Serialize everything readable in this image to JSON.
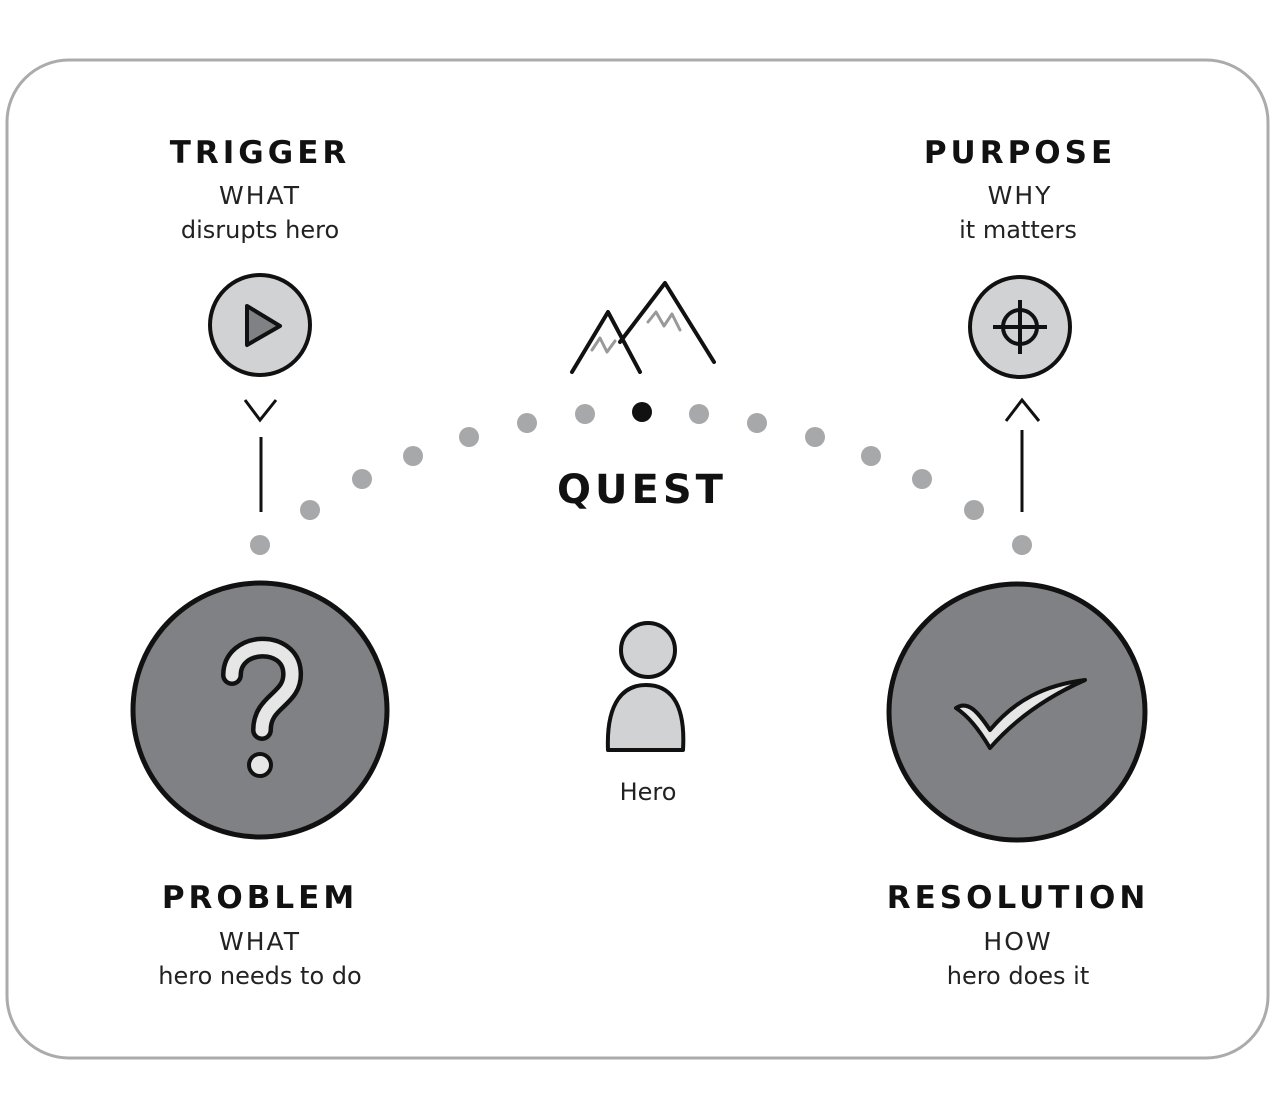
{
  "trigger": {
    "title": "TRIGGER",
    "question": "WHAT",
    "description": "disrupts hero",
    "icon": "play-icon"
  },
  "purpose": {
    "title": "PURPOSE",
    "question": "WHY",
    "description": "it matters",
    "icon": "crosshair-icon"
  },
  "quest": {
    "title": "QUEST",
    "icon": "mountain-icon"
  },
  "hero": {
    "label": "Hero",
    "icon": "person-icon"
  },
  "problem": {
    "title": "PROBLEM",
    "question": "WHAT",
    "description": "hero needs to do",
    "icon": "question-mark-icon"
  },
  "resolution": {
    "title": "RESOLUTION",
    "question": "HOW",
    "description": "hero does it",
    "icon": "checkmark-icon"
  },
  "colors": {
    "frame": "#ababab",
    "dot": "#a7a8aa",
    "dark_fill": "#808184",
    "light_fill": "#d1d2d4",
    "ink": "#111111"
  }
}
